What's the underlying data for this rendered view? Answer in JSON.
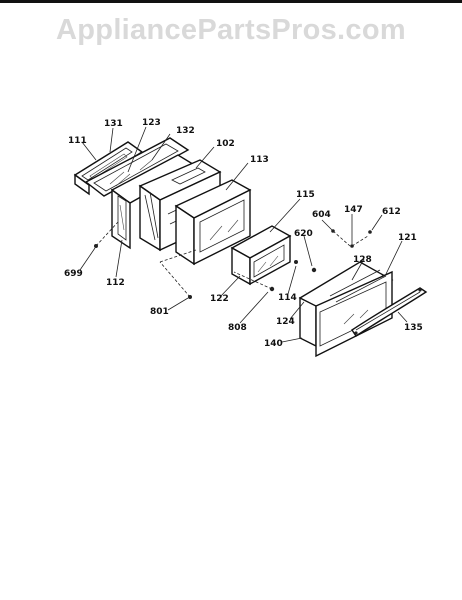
{
  "watermark": {
    "text": "AppliancePartsPros.com",
    "color": "#d9d9d9"
  },
  "diagram": {
    "ink_color": "#111111",
    "labels": [
      "111",
      "131",
      "123",
      "132",
      "102",
      "113",
      "115",
      "604",
      "147",
      "612",
      "699",
      "112",
      "620",
      "121",
      "128",
      "801",
      "122",
      "808",
      "114",
      "124",
      "135",
      "140"
    ]
  }
}
